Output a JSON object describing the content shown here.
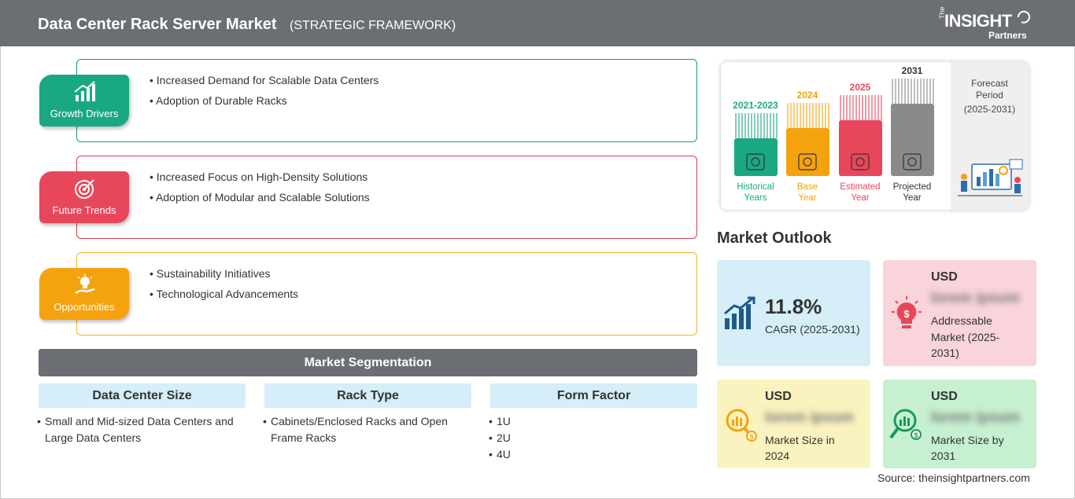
{
  "header": {
    "title": "Data Center Rack Server Market",
    "subtitle": "(STRATEGIC FRAMEWORK)",
    "logo": {
      "the": "The",
      "insight": "INSIGHT",
      "partners": "Partners"
    }
  },
  "framework": [
    {
      "label": "Growth Drivers",
      "color": "#1aa883",
      "border": "#1a9a78",
      "icon": "growth-chart-icon",
      "items": [
        "Increased Demand for Scalable Data Centers",
        "Adoption of Durable Racks"
      ]
    },
    {
      "label": "Future Trends",
      "color": "#e8475b",
      "border": "#d63c4e",
      "icon": "target-icon",
      "items": [
        "Increased Focus on High-Density Solutions",
        "Adoption of Modular and Scalable Solutions"
      ]
    },
    {
      "label": "Opportunities",
      "color": "#f5a20f",
      "border": "#f0b323",
      "icon": "lightbulb-hand-icon",
      "items": [
        "Sustainability Initiatives",
        "Technological Advancements"
      ]
    }
  ],
  "segmentation": {
    "title": "Market Segmentation",
    "columns": [
      {
        "heading": "Data Center Size",
        "items": [
          "Small and Mid-sized Data Centers and",
          "Large Data Centers"
        ],
        "bullet_lines": [
          true,
          false
        ]
      },
      {
        "heading": "Rack Type",
        "items": [
          "Cabinets/Enclosed Racks and Open",
          "Frame Racks"
        ],
        "bullet_lines": [
          true,
          false
        ]
      },
      {
        "heading": "Form Factor",
        "items": [
          "1U",
          "2U",
          "4U"
        ],
        "bullet_lines": [
          true,
          true,
          true
        ]
      }
    ]
  },
  "timeline": {
    "bars": [
      {
        "year": "2021-2023",
        "label1": "Historical",
        "label2": "Years",
        "color": "#1aa883",
        "icon": "history-icon"
      },
      {
        "year": "2024",
        "label1": "Base",
        "label2": "Year",
        "color": "#f5a20f",
        "icon": "calendar-icon"
      },
      {
        "year": "2025",
        "label1": "Estimated",
        "label2": "Year",
        "color": "#e8475b",
        "icon": "estimate-icon"
      },
      {
        "year": "2031",
        "label1": "Projected",
        "label2": "Year",
        "color": "#8a8a8a",
        "icon": "projection-icon"
      }
    ],
    "forecast": {
      "line1": "Forecast",
      "line2": "Period",
      "line3": "(2025-2031)"
    }
  },
  "outlook": {
    "title": "Market Outlook",
    "cagr": {
      "value": "11.8%",
      "label": "CAGR (2025-2031)",
      "bg": "#d5eef7"
    },
    "addressable": {
      "usd": "USD",
      "value": "lorem ipsum",
      "l1": "Addressable",
      "l2": "Market (2025-",
      "l3": "2031)",
      "bg": "#f9d4da"
    },
    "size2024": {
      "usd": "USD",
      "value": "lorem ipsum",
      "l1": "Market Size in",
      "l2": "2024",
      "bg": "#faf3bf"
    },
    "size2031": {
      "usd": "USD",
      "value": "lorem ipsum",
      "l1": "Market Size by",
      "l2": "2031",
      "bg": "#c6f0cf"
    }
  },
  "source": "Source: theinsightpartners.com"
}
